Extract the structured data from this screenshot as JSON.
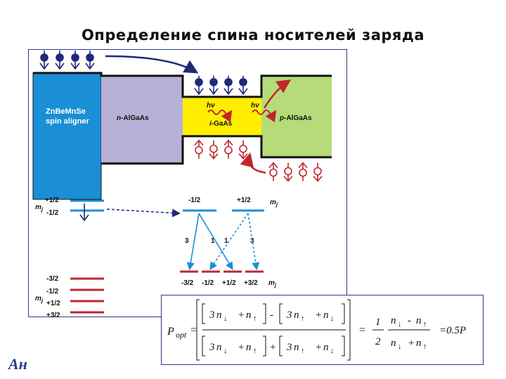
{
  "title": "Определение спина носителей заряда",
  "regions": {
    "spin_aligner": {
      "line1": "ZnBeMnSe",
      "line2": "spin aligner"
    },
    "n_layer": {
      "prefix": "n",
      "text": "-AlGaAs"
    },
    "i_layer": {
      "prefix": "i",
      "text": "-GaAs"
    },
    "p_layer": {
      "prefix": "p",
      "text": "-AlGaAs"
    },
    "photon_label": "hν"
  },
  "levels": {
    "mj": "m",
    "mj_sub": "j",
    "left_upper": {
      "top": "+1/2",
      "bottom": "-1/2"
    },
    "left_lower": [
      "-3/2",
      "-1/2",
      "+1/2",
      "+3/2"
    ],
    "right_upper": [
      "-1/2",
      "+1/2"
    ],
    "right_lower": [
      "-3/2",
      "-1/2",
      "+1/2",
      "+3/2"
    ],
    "transition_weights": [
      "3",
      "1",
      "1",
      "3"
    ]
  },
  "formula": {
    "lhs": "P",
    "lhs_sub": "opt",
    "eq": "=",
    "coef": "3",
    "n": "n",
    "plus": "+",
    "minus": "-",
    "one": "1",
    "two": "2",
    "result": "=0.5P"
  },
  "logo": "Ан",
  "colors": {
    "aligner": "#1a8fd6",
    "n_layer": "#b8b0d6",
    "i_layer": "#ffee00",
    "p_layer": "#b5dc78",
    "electron": "#1d2a78",
    "hole": "#c0262e",
    "level_blue": "#1a8fd6",
    "level_red": "#c0262e"
  }
}
